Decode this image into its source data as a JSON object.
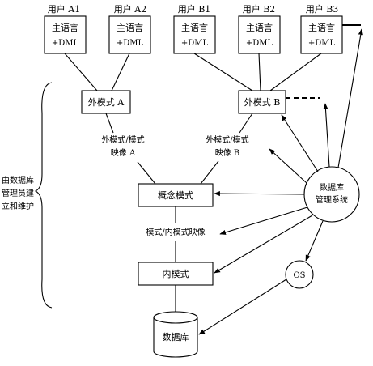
{
  "users": {
    "a1": "用户 A1",
    "a2": "用户 A2",
    "b1": "用户 B1",
    "b2": "用户 B2",
    "b3": "用户 B3"
  },
  "host_language": {
    "line1": "主语言",
    "line2": "+DML"
  },
  "external_schema": {
    "a": "外模式 A",
    "b": "外模式 B"
  },
  "external_mapping": {
    "a": {
      "line1": "外模式/模式",
      "line2": "映像 A"
    },
    "b": {
      "line1": "外模式/模式",
      "line2": "映像 B"
    }
  },
  "conceptual_schema": "概念模式",
  "schema_internal_mapping": "模式/内模式映像",
  "internal_schema": "内模式",
  "database": "数据库",
  "dbms": {
    "line1": "数据库",
    "line2": "管理系统"
  },
  "os": "OS",
  "dba_note": {
    "line1": "由数据库",
    "line2": "管理员建",
    "line3": "立和维护"
  }
}
